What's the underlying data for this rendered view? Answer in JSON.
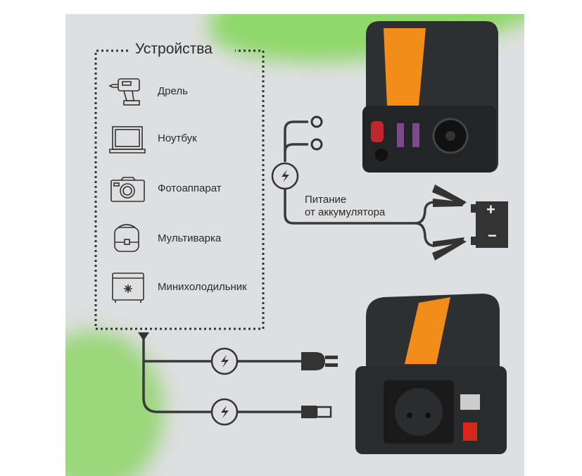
{
  "devices": {
    "title": "Устройства",
    "items": [
      {
        "label": "Дрель",
        "icon": "drill-icon"
      },
      {
        "label": "Ноутбук",
        "icon": "laptop-icon"
      },
      {
        "label": "Фотоаппарат",
        "icon": "camera-icon"
      },
      {
        "label": "Мультиварка",
        "icon": "multicooker-icon"
      },
      {
        "label": "Минихолодильник",
        "icon": "mini-fridge-icon"
      }
    ]
  },
  "battery": {
    "label_line1": "Питание",
    "label_line2": "от аккумулятора",
    "plus": "+",
    "minus": "−"
  },
  "colors": {
    "background": "#dedfe0",
    "green": "#6cc24a",
    "line": "#3a3a3a",
    "inverter_body": "#2e2f31",
    "inverter_label": "#f28c1b"
  }
}
